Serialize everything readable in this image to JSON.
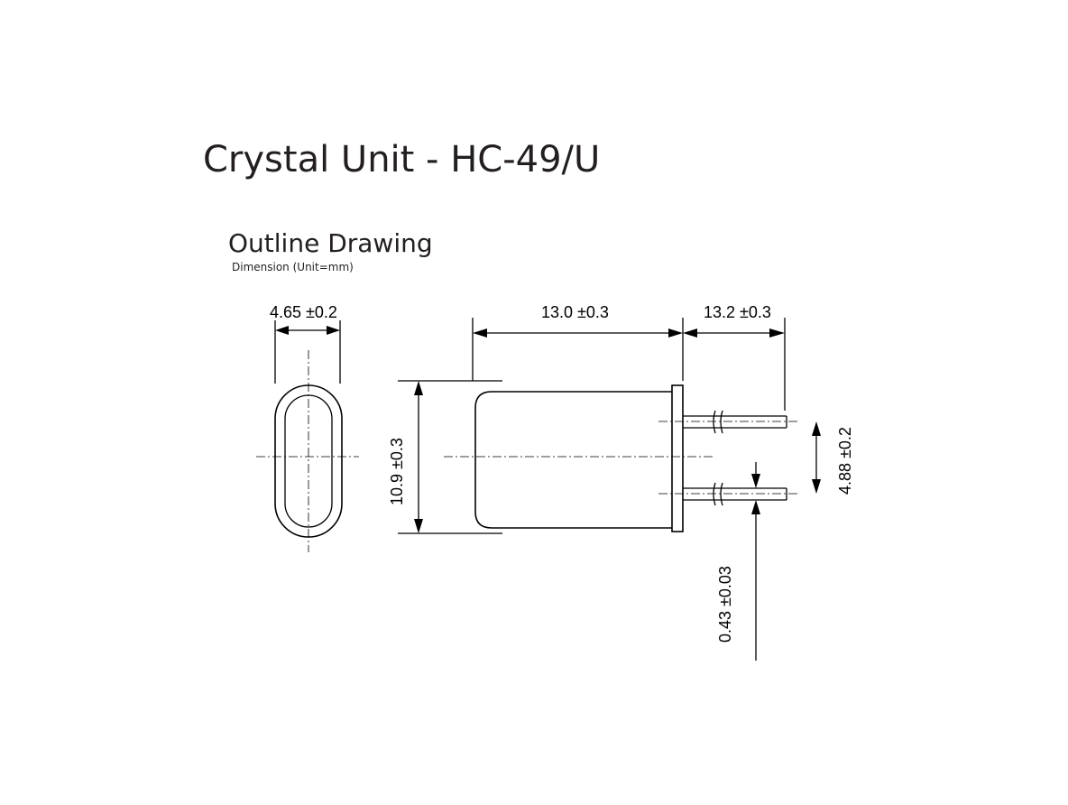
{
  "header": {
    "title": "Crystal Unit - HC-49/U",
    "subtitle": "Outline Drawing",
    "unit_note": "Dimension (Unit=mm)"
  },
  "dimensions": {
    "width": "4.65 ±0.2",
    "body_length": "13.0 ±0.3",
    "lead_length": "13.2 ±0.3",
    "height": "10.9 ±0.3",
    "lead_spacing": "4.88 ±0.2",
    "lead_diameter": "0.43 ±0.03"
  }
}
